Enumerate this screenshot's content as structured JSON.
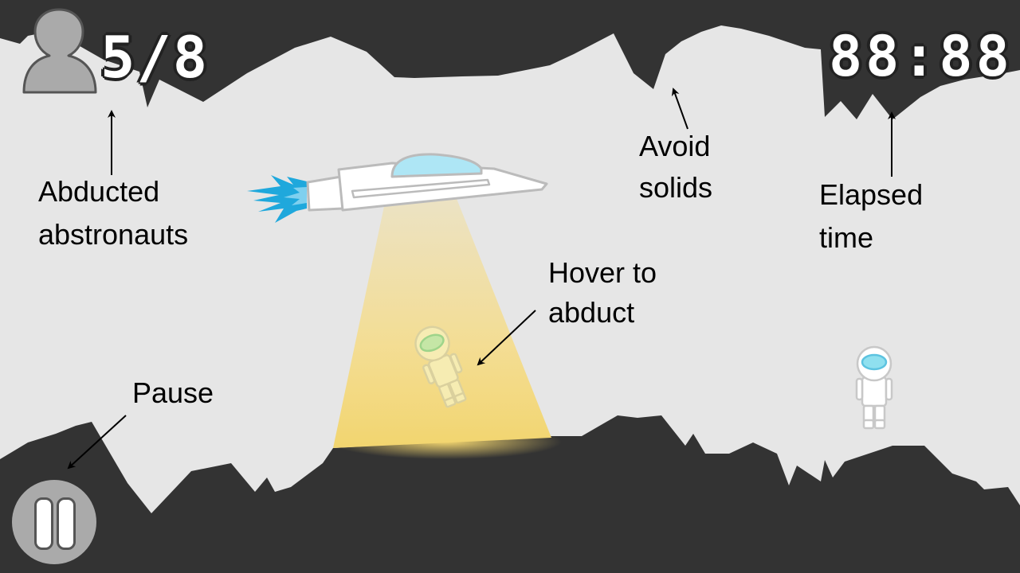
{
  "hud": {
    "abducted_count": "5/8",
    "elapsed_time": "88:88",
    "avatar_icon": "user-silhouette-icon",
    "pause_icon": "pause-icon"
  },
  "annotations": {
    "abducted": [
      "Abducted",
      "abstronauts"
    ],
    "avoid": [
      "Avoid",
      "solids"
    ],
    "elapsed": [
      "Elapsed",
      "time"
    ],
    "hover": [
      "Hover to",
      "abduct"
    ],
    "pause": "Pause"
  },
  "colors": {
    "cave_rock": "#333333",
    "cave_air": "#e6e6e6",
    "tractor_beam": "#f5dc8a",
    "ship_canopy": "#aee6f5",
    "engine_flame": "#1fa8dc",
    "astronaut_visor_free": "#8fe0ef",
    "astronaut_visor_abducted": "#c5e6a6",
    "annotation_text": "#000000"
  }
}
